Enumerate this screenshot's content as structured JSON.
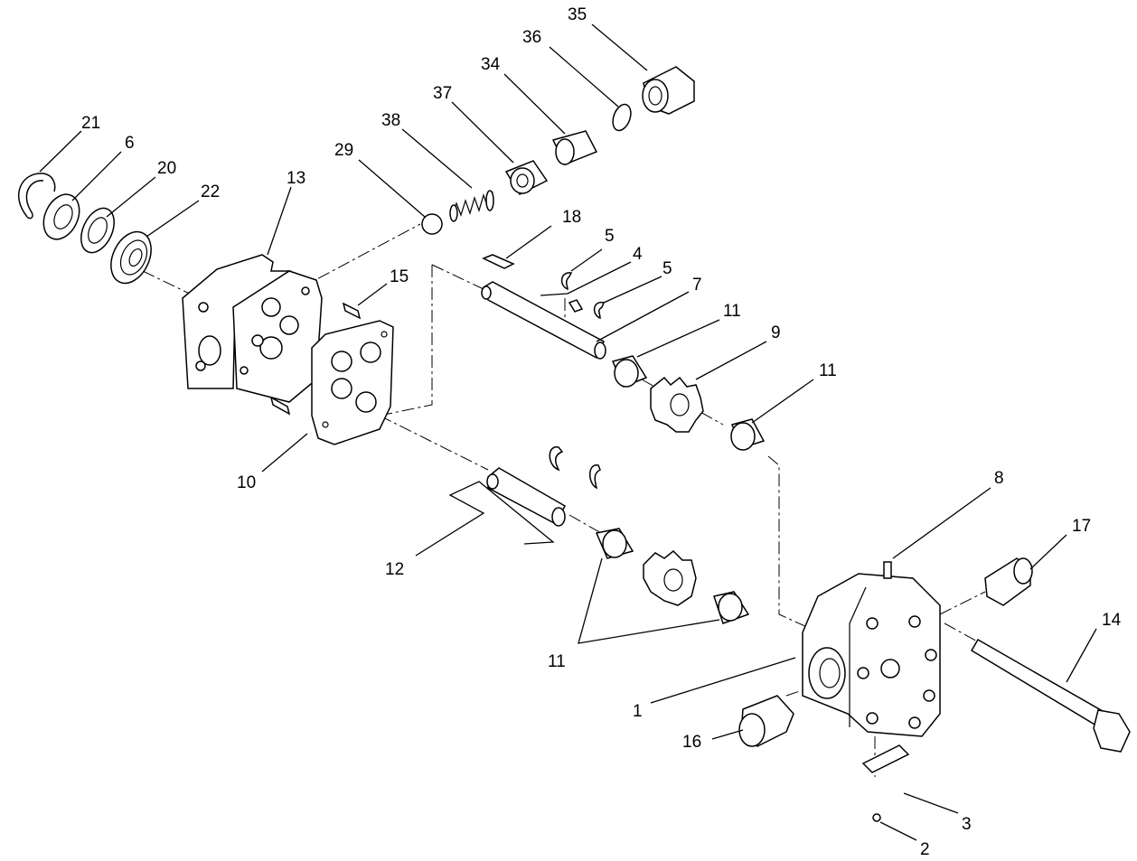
{
  "diagram": {
    "callouts": [
      "35",
      "36",
      "34",
      "37",
      "38",
      "29",
      "21",
      "6",
      "20",
      "22",
      "13",
      "18",
      "5",
      "4",
      "5",
      "7",
      "15",
      "11",
      "9",
      "11",
      "10",
      "12",
      "8",
      "17",
      "14",
      "11",
      "1",
      "16",
      "3",
      "2"
    ]
  }
}
